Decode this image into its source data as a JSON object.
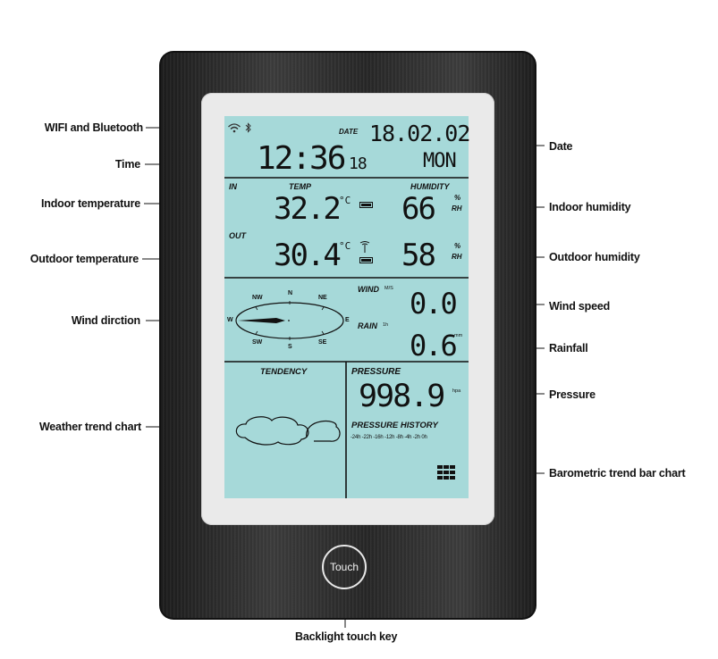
{
  "callouts": {
    "wifi_bluetooth": "WIFI and Bluetooth",
    "time": "Time",
    "indoor_temperature": "Indoor temperature",
    "outdoor_temperature": "Outdoor temperature",
    "wind_direction": "Wind dirction",
    "weather_trend_chart": "Weather trend chart",
    "date": "Date",
    "indoor_humidity": "Indoor humidity",
    "outdoor_humidity": "Outdoor humidity",
    "wind_speed": "Wind speed",
    "rainfall": "Rainfall",
    "pressure": "Pressure",
    "barometric_trend_bar_chart": "Barometric trend bar chart",
    "backlight_touch_key": "Backlight touch key"
  },
  "display": {
    "date_label": "DATE",
    "date": "18.02.02",
    "time": "12:36",
    "seconds": "18",
    "weekday": "MON",
    "in_label": "IN",
    "temp_label": "TEMP",
    "humidity_label": "HUMIDITY",
    "indoor_temp": "32.2",
    "indoor_humidity": "66",
    "out_label": "OUT",
    "outdoor_temp": "30.4",
    "outdoor_humidity": "58",
    "temp_unit": "°C",
    "humidity_unit_pct": "%",
    "humidity_unit_rh": "RH",
    "compass": {
      "n": "N",
      "nw": "NW",
      "ne": "NE",
      "w": "W",
      "e": "E",
      "sw": "SW",
      "s": "S",
      "se": "SE"
    },
    "wind_label": "WIND",
    "wind_unit": "M/S",
    "wind_speed": "0.0",
    "rain_label": "RAIN",
    "rain_small": "1h",
    "rain_unit": "mm",
    "rainfall": "0.6",
    "tendency_label": "TENDENCY",
    "pressure_label": "PRESSURE",
    "pressure": "998.9",
    "pressure_unit": "hpa",
    "pressure_history_label": "PRESSURE  HISTORY",
    "history_ticks": "-24h -22h -16h -12h -8h -4h -2h 0h"
  },
  "touch_label": "Touch",
  "colors": {
    "lcd": "#a6d9d9",
    "frame": "#2a2a2a",
    "bezel": "#eaeaea"
  }
}
